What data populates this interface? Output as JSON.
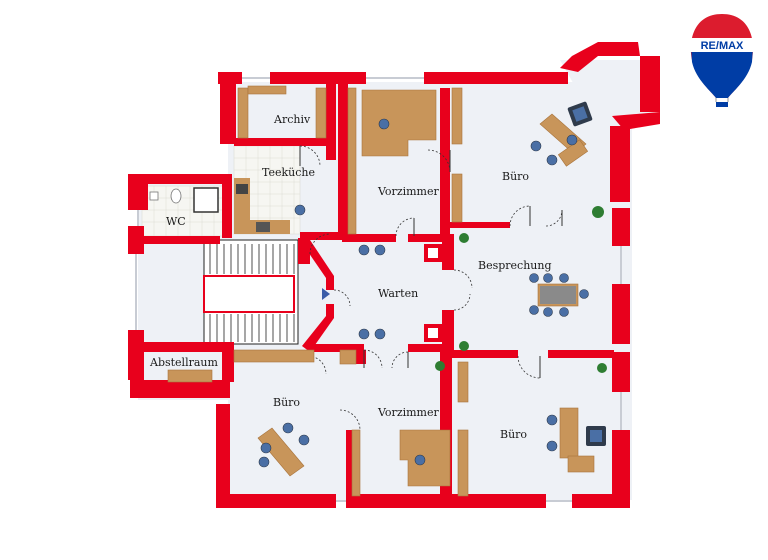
{
  "logo": {
    "brand": "RE/MAX",
    "colors": {
      "red": "#dc1c2e",
      "blue": "#003da5",
      "white": "#ffffff"
    }
  },
  "plan": {
    "colors": {
      "wall": "#e8001c",
      "floor": "#eef1f6",
      "tile": "#f4f4f1",
      "wood": "#c8955a",
      "wood_dark": "#a9743c",
      "chair": "#4a6fa5",
      "seat": "#2f3b4c",
      "plant": "#2e7d32"
    },
    "rooms": [
      {
        "key": "archiv",
        "label": "Archiv"
      },
      {
        "key": "teekueche",
        "label": "Teeküche"
      },
      {
        "key": "vorzimmer_top",
        "label": "Vorzimmer"
      },
      {
        "key": "buero_top",
        "label": "Büro"
      },
      {
        "key": "wc",
        "label": "WC"
      },
      {
        "key": "besprechung",
        "label": "Besprechung"
      },
      {
        "key": "warten",
        "label": "Warten"
      },
      {
        "key": "abstellraum",
        "label": "Abstellraum"
      },
      {
        "key": "buero_bl",
        "label": "Büro"
      },
      {
        "key": "vorzimmer_bottom",
        "label": "Vorzimmer"
      },
      {
        "key": "buero_br",
        "label": "Büro"
      }
    ]
  }
}
